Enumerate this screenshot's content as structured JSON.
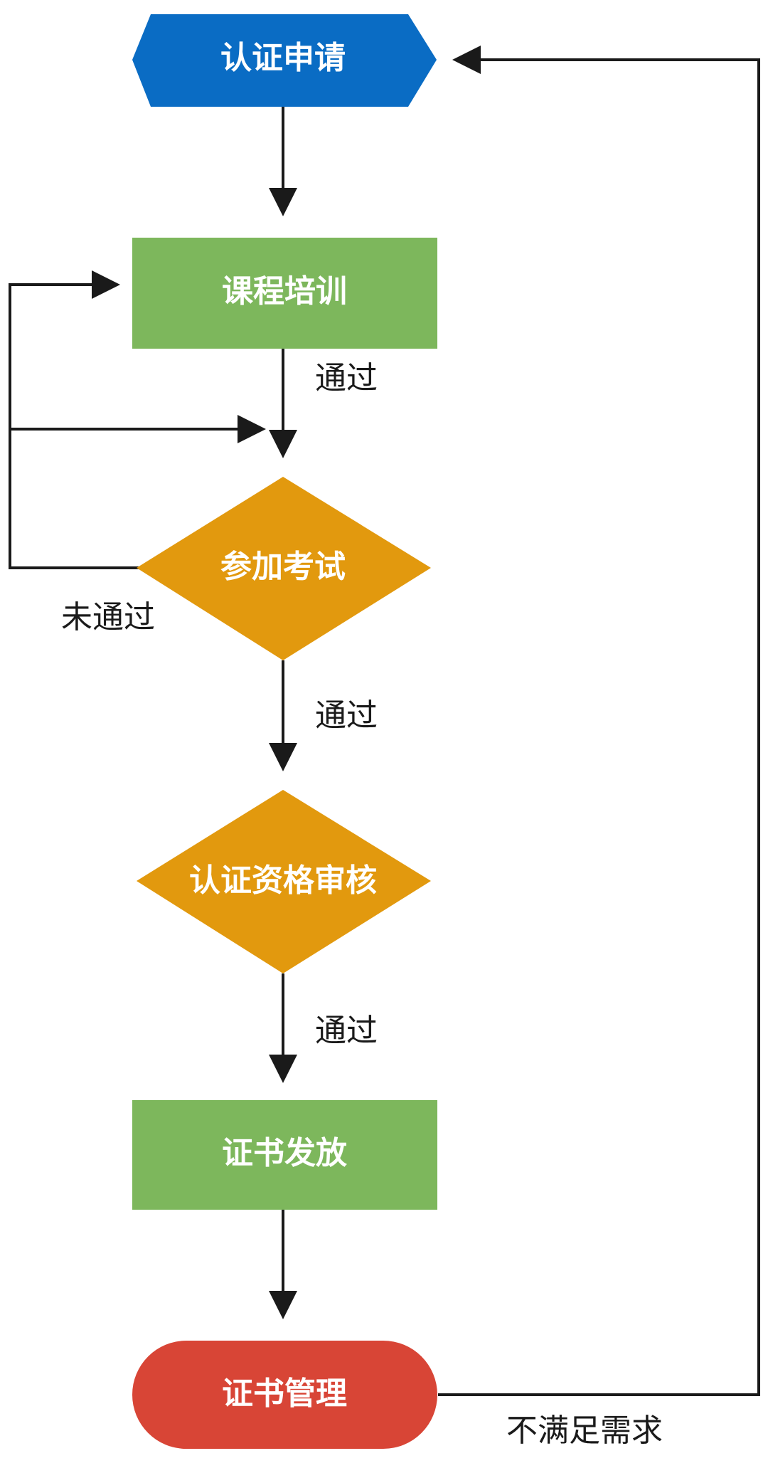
{
  "colors": {
    "start": "#0A6CC4",
    "process": "#7DB75C",
    "decision": "#E2990E",
    "terminal": "#D84536",
    "line": "#1a1a1a",
    "node_text": "#ffffff"
  },
  "nodes": {
    "apply": {
      "label": "认证申请",
      "shape": "hexagon"
    },
    "training": {
      "label": "课程培训",
      "shape": "rectangle"
    },
    "exam": {
      "label": "参加考试",
      "shape": "diamond"
    },
    "review": {
      "label": "认证资格审核",
      "shape": "diamond"
    },
    "issue": {
      "label": "证书发放",
      "shape": "rectangle"
    },
    "manage": {
      "label": "证书管理",
      "shape": "rounded-terminal"
    }
  },
  "edges": {
    "training_exam": "通过",
    "exam_fail": "未通过",
    "exam_review": "通过",
    "review_issue": "通过",
    "manage_feedback": "不满足需求"
  }
}
